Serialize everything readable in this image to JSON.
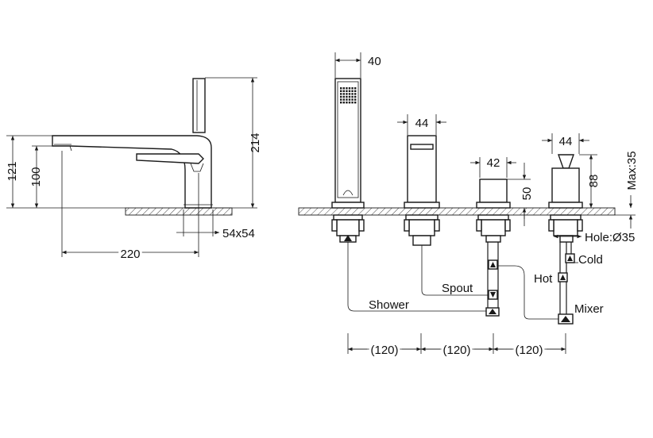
{
  "side_view": {
    "dim_height": "214",
    "dim_121": "121",
    "dim_100": "100",
    "dim_reach": "220",
    "dim_base": "54x54"
  },
  "front_view": {
    "dim_handshower_width": "40",
    "dim_spout_width": "44",
    "dim_handle_width": "42",
    "dim_handle_height": "50",
    "dim_mixer_width": "44",
    "dim_mixer_height": "88",
    "dim_max_thickness": "Max:35",
    "hole": "Hole:Ø35",
    "label_shower": "Shower",
    "label_spout": "Spout",
    "label_hot": "Hot",
    "label_cold": "Cold",
    "label_mixer": "Mixer",
    "spacing": [
      "(120)",
      "(120)",
      "(120)"
    ]
  }
}
